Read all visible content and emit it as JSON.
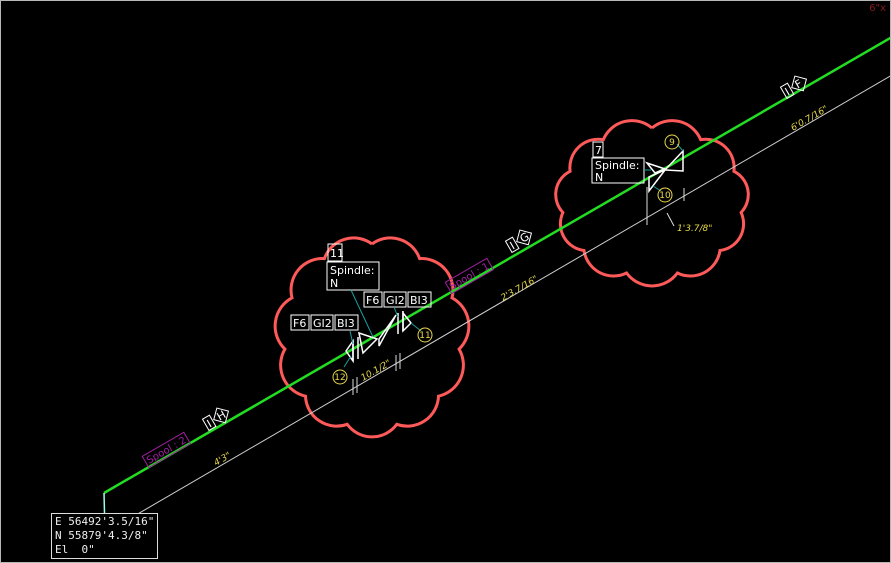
{
  "corner_text": "6\"x",
  "colors": {
    "pipe": "#22dd22",
    "dimension_line": "#cfcfcf",
    "revision_cloud": "#ff5a5a",
    "dimension_text": "#e8d84a",
    "spool": "#a020a0",
    "leader": "#1aa0a0"
  },
  "coordinates": {
    "east": "E 56492'3.5/16\"",
    "north": "N 55879'4.3/8\"",
    "elev": "El  0\""
  },
  "dimensions": {
    "d1": "4'3\"",
    "d2": "10.1/2\"",
    "d3": "2'3.7/16\"",
    "d4": "1'3.7/8\"",
    "d5": "6'0.7/16\""
  },
  "spools": {
    "s2": "Spool : 2",
    "s1": "Spool : 1"
  },
  "weld_tags": {
    "w1": "I",
    "w1_id": "H",
    "w2": "I",
    "w2_id": "G",
    "w3": "I",
    "w3_id": "F"
  },
  "cloud1": {
    "tag_number": "11",
    "spindle_label": "Spindle:",
    "spindle_value": "N",
    "left_flange": [
      "F6",
      "GI2",
      "BI3"
    ],
    "right_flange": [
      "F6",
      "GI2",
      "BI3"
    ],
    "bubble_left": "12",
    "bubble_right": "11"
  },
  "cloud2": {
    "tag_number": "7",
    "spindle_label": "Spindle:",
    "spindle_value": "N",
    "bubble_top": "9",
    "bubble_bottom": "10"
  }
}
